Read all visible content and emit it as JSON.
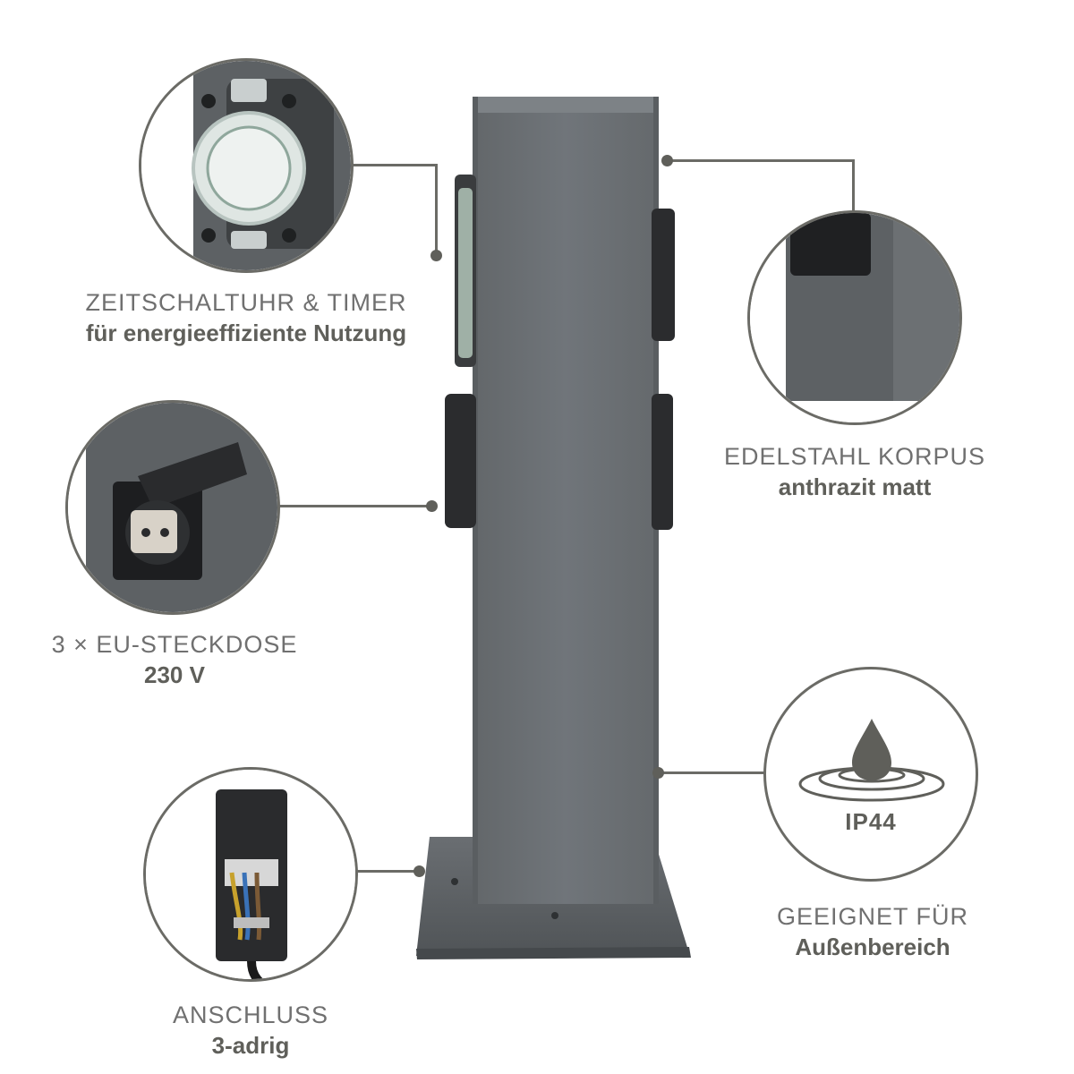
{
  "callouts": {
    "timer": {
      "title": "ZEITSCHALTUHR & TIMER",
      "subtitle": "für energieeffiziente Nutzung"
    },
    "socket": {
      "title": "3 × EU-STECKDOSE",
      "subtitle": "230 V"
    },
    "connection": {
      "title": "ANSCHLUSS",
      "subtitle": "3-adrig"
    },
    "body": {
      "title": "EDELSTAHL KORPUS",
      "subtitle": "anthrazit matt"
    },
    "outdoor": {
      "title": "GEEIGNET FÜR",
      "subtitle": "Außenbereich"
    }
  },
  "ip_rating": "IP44",
  "colors": {
    "post": "#6e7275",
    "line": "#6b6b66",
    "text": "#6b6b66"
  }
}
